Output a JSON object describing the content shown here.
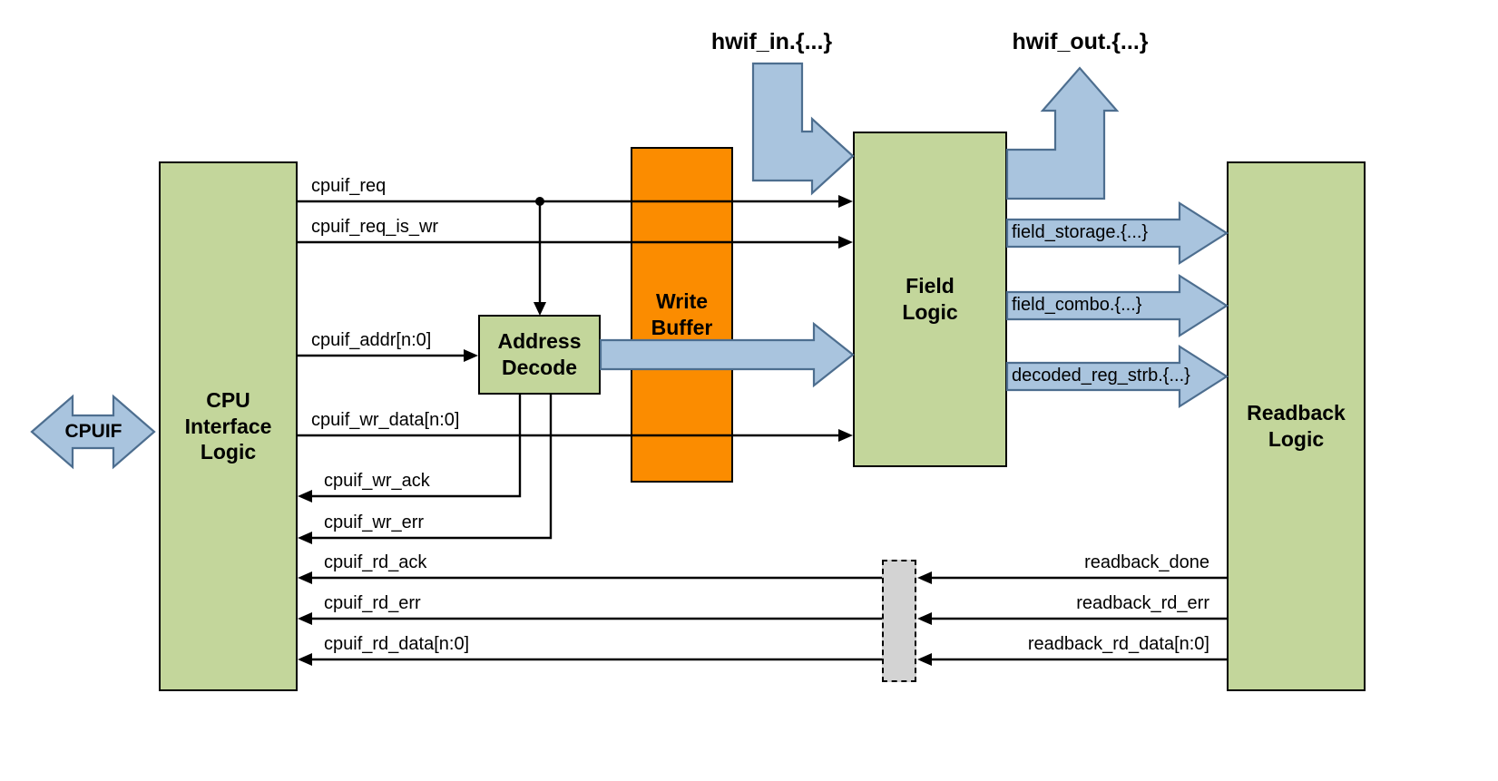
{
  "blocks": {
    "cpu_interface": "CPU Interface Logic",
    "address_decode": "Address Decode",
    "write_buffer": "Write Buffer",
    "field_logic": "Field Logic",
    "readback_logic": "Readback Logic"
  },
  "ports": {
    "cpuif": "CPUIF",
    "hwif_in": "hwif_in.{...}",
    "hwif_out": "hwif_out.{...}"
  },
  "signals": {
    "cpuif_req": "cpuif_req",
    "cpuif_req_is_wr": "cpuif_req_is_wr",
    "cpuif_addr": "cpuif_addr[n:0]",
    "cpuif_wr_data": "cpuif_wr_data[n:0]",
    "cpuif_wr_ack": "cpuif_wr_ack",
    "cpuif_wr_err": "cpuif_wr_err",
    "cpuif_rd_ack": "cpuif_rd_ack",
    "cpuif_rd_err": "cpuif_rd_err",
    "cpuif_rd_data": "cpuif_rd_data[n:0]",
    "readback_done": "readback_done",
    "readback_rd_err": "readback_rd_err",
    "readback_rd_data": "readback_rd_data[n:0]"
  },
  "buses": {
    "field_storage": "field_storage.{...}",
    "field_combo": "field_combo.{...}",
    "decoded_reg_strb": "decoded_reg_strb.{...}"
  },
  "colors": {
    "block_green": "#c3d69b",
    "block_orange": "#fb8c00",
    "arrow_blue": "#a9c4de",
    "arrow_blue_stroke": "#4d6e8f",
    "retime_gray": "#d3d3d3",
    "wire_black": "#000000"
  }
}
